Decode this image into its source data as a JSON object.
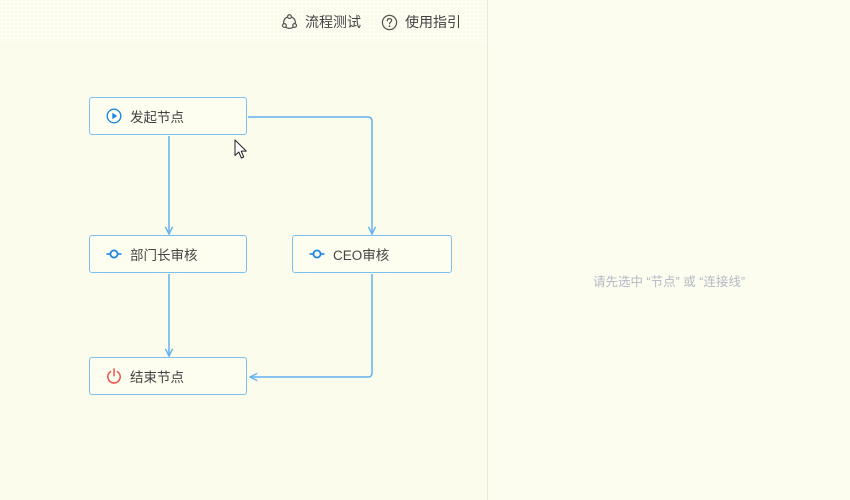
{
  "toolbar": {
    "test_label": "流程测试",
    "guide_label": "使用指引"
  },
  "nodes": {
    "start": {
      "label": "发起节点",
      "icon": "play-circle-icon"
    },
    "dept": {
      "label": "部门长审核",
      "icon": "approval-node-icon"
    },
    "ceo": {
      "label": "CEO审核",
      "icon": "approval-node-icon"
    },
    "end": {
      "label": "结束节点",
      "icon": "power-icon"
    }
  },
  "properties": {
    "empty_hint": "请先选中 “节点” 或 “连接线”"
  },
  "colors": {
    "node_border": "#7cc0f2",
    "edge": "#61b2f0",
    "accent_blue": "#1c86e8",
    "end_red": "#f0534a",
    "background": "#fcfcec",
    "hint_text": "#b4b9c6"
  }
}
